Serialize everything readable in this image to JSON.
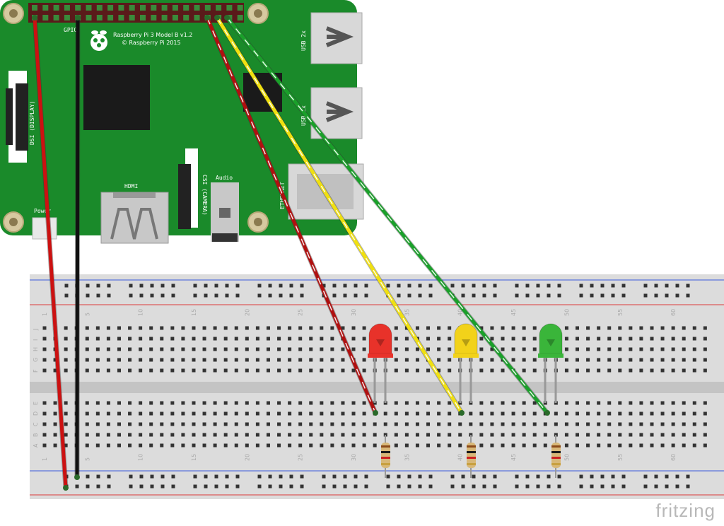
{
  "board": {
    "model_line1": "Raspberry Pi 3 Model B v1.2",
    "model_line2": "© Raspberry Pi 2015",
    "gpio_label": "GPIO",
    "dsi_label": "DSI (DISPLAY)",
    "csi_label": "CSI (CAMERA)",
    "hdmi_label": "HDMI",
    "audio_label": "Audio",
    "power_label": "Power",
    "usb_label": "USB 2x",
    "ethernet_label": "ETHERNET",
    "board_color": "#1a8a2a"
  },
  "breadboard": {
    "row_letters_top": [
      "J",
      "I",
      "H",
      "G",
      "F"
    ],
    "row_letters_bottom": [
      "E",
      "D",
      "C",
      "B",
      "A"
    ],
    "column_numbers": [
      "1",
      "5",
      "10",
      "15",
      "20",
      "25",
      "30",
      "35",
      "40",
      "45",
      "50",
      "55",
      "60"
    ]
  },
  "components": {
    "leds": [
      {
        "name": "red-led",
        "color": "#e8322a"
      },
      {
        "name": "yellow-led",
        "color": "#f2d21a"
      },
      {
        "name": "green-led",
        "color": "#3ab53a"
      }
    ],
    "resistor_count": 3
  },
  "wires": [
    {
      "name": "red-wire-power",
      "color": "#cc1111"
    },
    {
      "name": "black-wire-ground",
      "color": "#111111"
    },
    {
      "name": "red-wire-gpio",
      "color": "#b01010"
    },
    {
      "name": "yellow-wire-gpio",
      "color": "#f0e010"
    },
    {
      "name": "green-wire-gpio",
      "color": "#1aa02a"
    }
  ],
  "watermark": "fritzing"
}
